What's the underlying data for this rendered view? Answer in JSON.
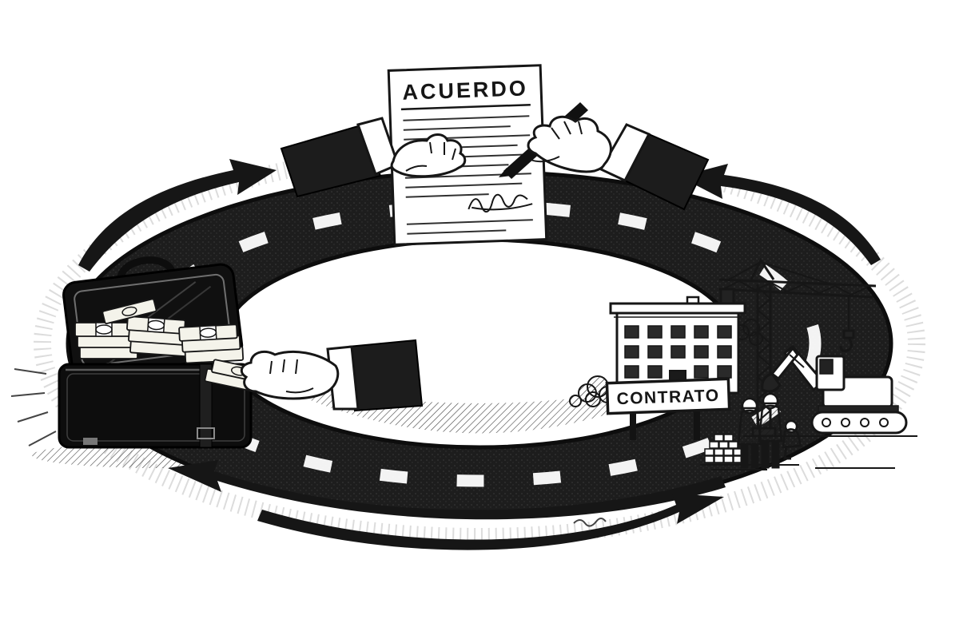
{
  "illustration": {
    "document_label": "ACUERDO",
    "contract_sign_label": "CONTRATO",
    "ink_color": "#161616",
    "paper_color": "#ffffff",
    "scene": {
      "top": "hands-signing-agreement",
      "left": "briefcase-of-money",
      "right": "construction-site",
      "center": "circular-road-cycle-with-arrows"
    }
  }
}
